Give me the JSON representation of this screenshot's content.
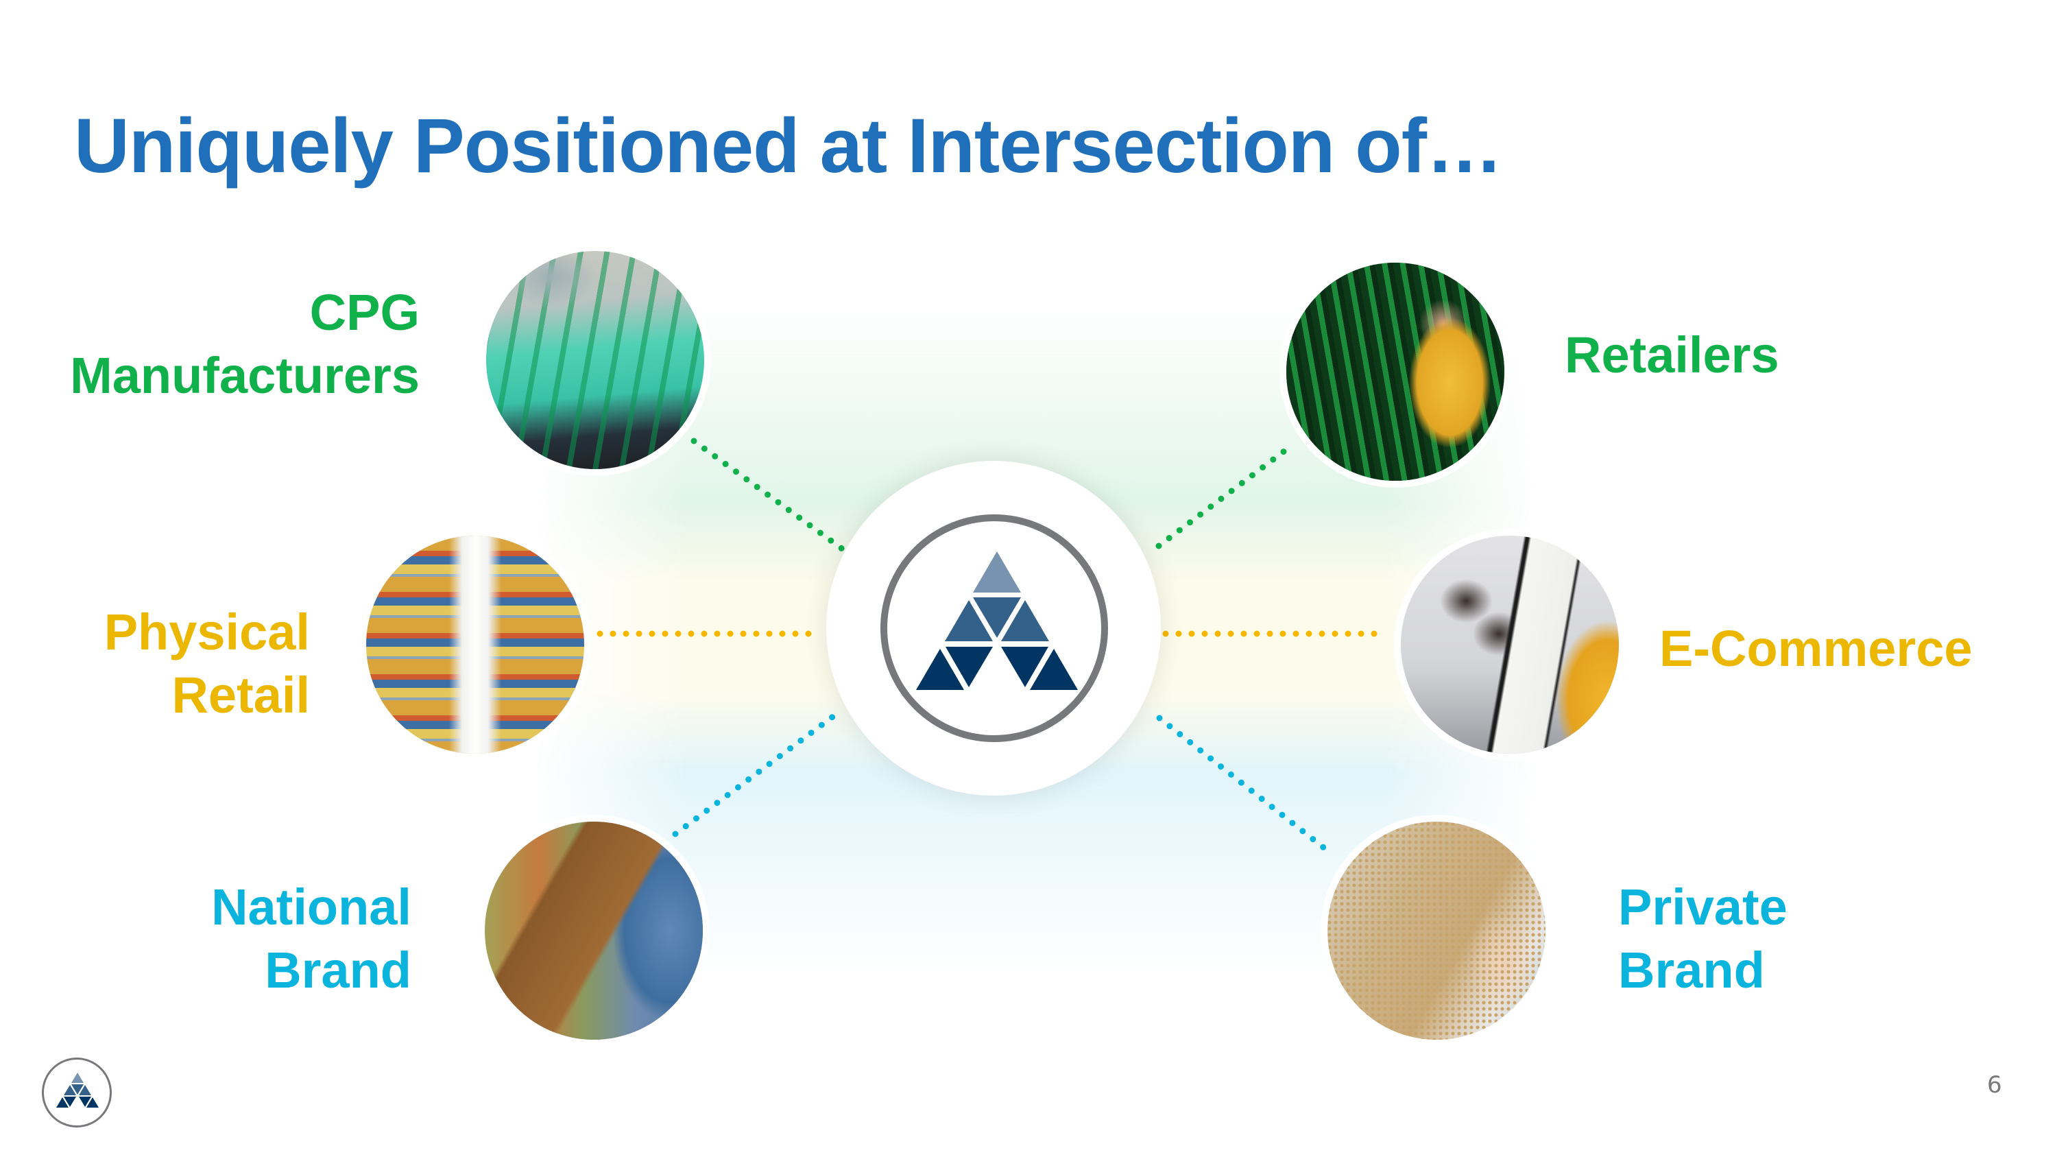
{
  "slide": {
    "title": "Uniquely Positioned at Intersection of…",
    "page_number": "6"
  },
  "colors": {
    "title": "#1f6fba",
    "green": "#10b04a",
    "yellow": "#ebb700",
    "cyan": "#0ab4dc",
    "logo_light": "#7893b0",
    "logo_mid": "#34618a",
    "logo_dark": "#003462",
    "ring_gray": "#77787b"
  },
  "hub": {
    "icon": "company-triangle-logo-icon"
  },
  "nodes": {
    "cpg": {
      "lines": [
        "CPG",
        "Manufacturers"
      ],
      "image": "bottles-conveyor-photo",
      "color": "green"
    },
    "physical_retail": {
      "lines": [
        "Physical",
        "Retail"
      ],
      "image": "grocery-aisle-photo",
      "color": "yellow"
    },
    "national_brand": {
      "lines": [
        "National",
        "Brand"
      ],
      "image": "shopper-reading-box-photo",
      "color": "cyan"
    },
    "retailers": {
      "lines": [
        "Retailers"
      ],
      "image": "woman-beer-shelf-photo",
      "color": "green"
    },
    "ecommerce": {
      "lines": [
        "E-Commerce"
      ],
      "image": "phone-shopping-photo",
      "color": "yellow"
    },
    "private_brand": {
      "lines": [
        "Private",
        "Brand"
      ],
      "image": "soybean-package-photo",
      "color": "cyan"
    }
  }
}
